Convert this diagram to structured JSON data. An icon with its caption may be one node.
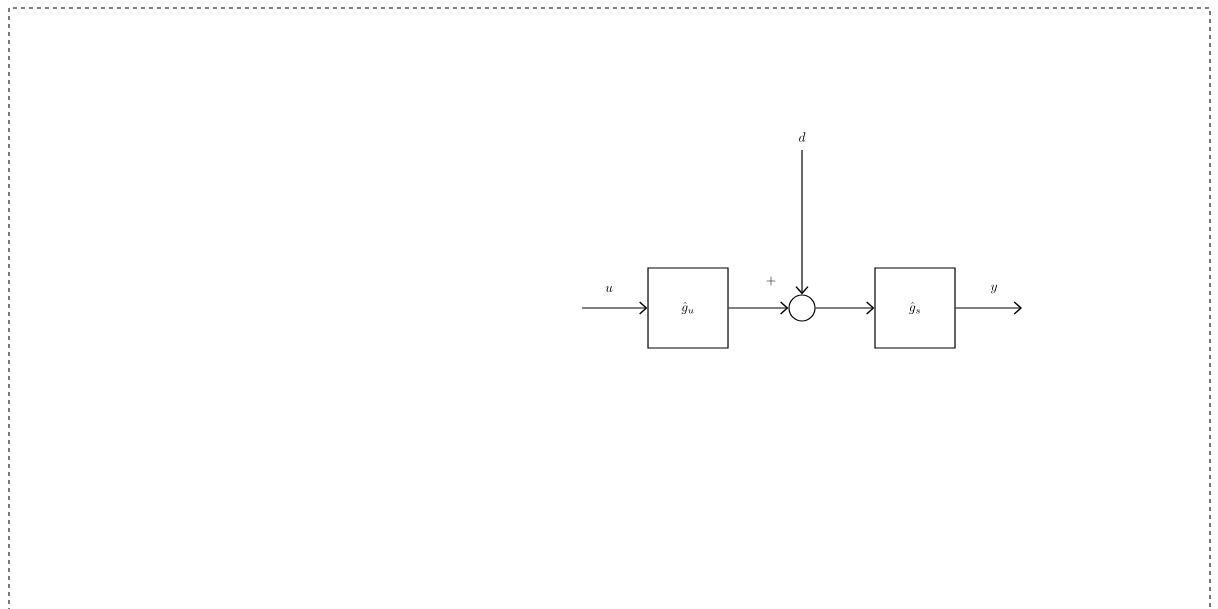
{
  "diagram": {
    "nodes": [
      {
        "text": [
          "\\hat{g}_u"
        ]
      },
      {
        "text": [],
        "shape": "circle"
      },
      {
        "text": [
          "\\hat{g}_s"
        ]
      },
      {
        "text": [
          "d"
        ]
      }
    ],
    "edges": [
      {
        "from": null,
        "to": 0,
        "arrow": "to",
        "label": "u"
      },
      {
        "from": 0,
        "to": 1,
        "arrow": "to"
      },
      {
        "from": 1,
        "to": 2,
        "arrow": "to"
      },
      {
        "from": 2,
        "to": null,
        "arrow": "to",
        "label": "y"
      },
      {
        "from": 3,
        "to": 1,
        "arrow": "to"
      }
    ],
    "labels": [
      "+"
    ]
  }
}
